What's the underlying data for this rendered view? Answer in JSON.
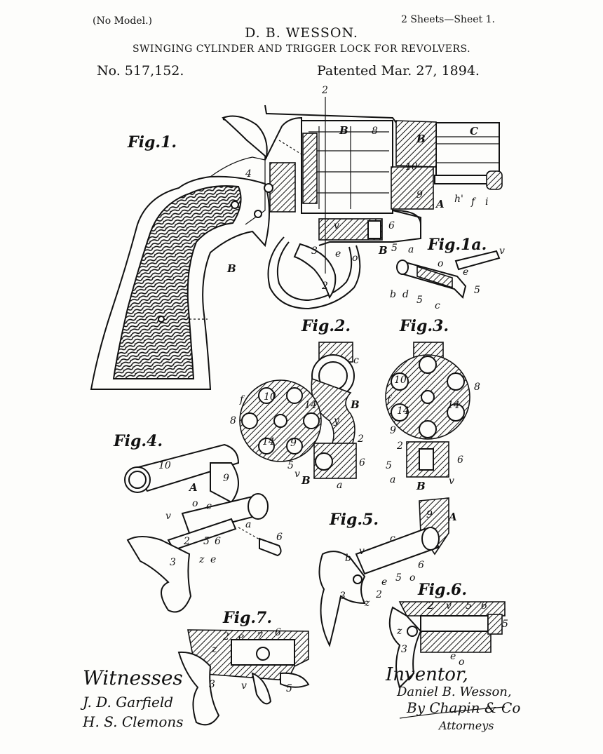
{
  "header": {
    "no_model": "(No Model.)",
    "sheets": "2 Sheets—Sheet 1.",
    "inventor_name": "D. B. WESSON.",
    "title": "SWINGING CYLINDER AND TRIGGER LOCK FOR REVOLVERS.",
    "patent_no": "No. 517,152.",
    "patent_date": "Patented Mar. 27, 1894."
  },
  "figures": {
    "fig1": "Fig.1.",
    "fig1a": "Fig.1a.",
    "fig2": "Fig.2.",
    "fig3": "Fig.3.",
    "fig4": "Fig.4.",
    "fig5": "Fig.5.",
    "fig6": "Fig.6.",
    "fig7": "Fig.7."
  },
  "signatures": {
    "witnesses_label": "Witnesses",
    "witness_1": "J. D. Garfield",
    "witness_2": "H. S. Clemons",
    "inventor_label": "Inventor,",
    "inventor_signature": "Daniel B. Wesson,",
    "attorney_signature": "By Chapin & Co",
    "attorneys_label": "Attorneys"
  }
}
